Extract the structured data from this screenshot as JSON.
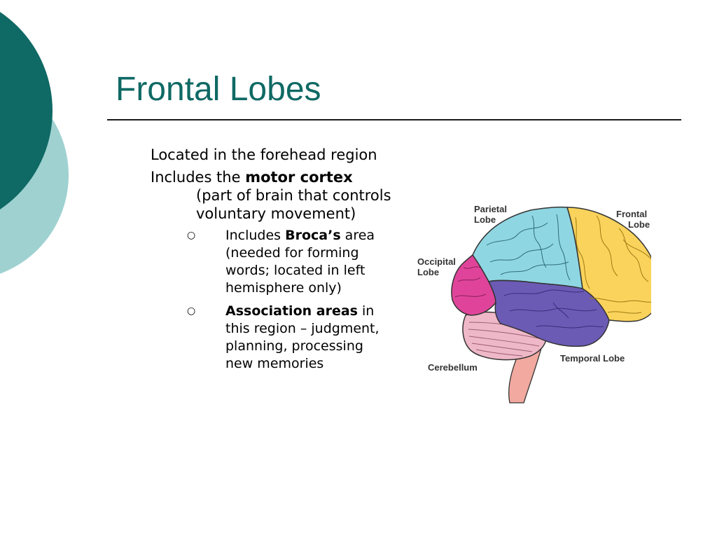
{
  "slide": {
    "title": "Frontal Lobes",
    "bullet1": "Located in the forehead region",
    "bullet2": {
      "prefix": "Includes the ",
      "bold": "motor cortex",
      "suffix": " (part of brain that controls voluntary movement)"
    },
    "sub1": {
      "marker": "○",
      "prefix": "Includes ",
      "bold": "Broca’s",
      "suffix": " area (needed for forming words; located in left hemisphere only)"
    },
    "sub2": {
      "marker": "○",
      "bold": "Association areas",
      "suffix": " in this region – judgment, planning, processing new memories"
    }
  },
  "diagram": {
    "parietal_line1": "Parietal",
    "parietal_line2": "Lobe",
    "frontal_line1": "Frontal",
    "frontal_line2": "Lobe",
    "occipital_line1": "Occipital",
    "occipital_line2": "Lobe",
    "temporal": "Temporal Lobe",
    "cerebellum": "Cerebellum"
  },
  "colors": {
    "accent_dark": "#0f6964",
    "accent_light": "#9fd1d1",
    "parietal": "#8fd6e3",
    "frontal": "#f9d35b",
    "occipital": "#e0449a",
    "temporal": "#6b5bb5",
    "cerebellum": "#efb8c8",
    "brainstem": "#f2a9a0"
  }
}
